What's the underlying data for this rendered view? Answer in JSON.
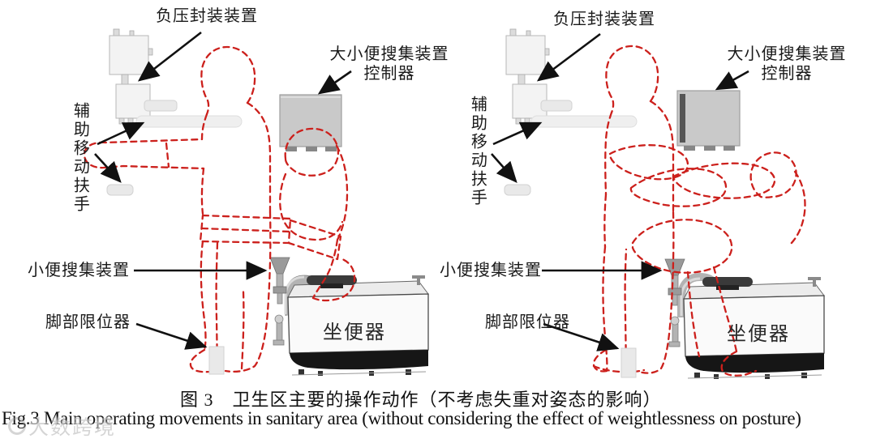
{
  "figure": {
    "caption_zh": "图 3　卫生区主要的操作动作（不考虑失重对姿态的影响）",
    "caption_en": "Fig.3 Main operating movements in sanitary area (without considering the effect of weightlessness on posture)",
    "watermark_text": "大数跨境",
    "labels": {
      "vacuum_seal_device": "负压封装装置",
      "collector_controller_line1": "大小便搜集装置",
      "collector_controller_line2": "控制器",
      "aux_mobility_handrail": "辅助移动扶手",
      "urine_collection_device": "小便搜集装置",
      "foot_restraint": "脚部限位器",
      "toilet": "坐便器"
    },
    "colors": {
      "pose_outline_red": "#cc201c",
      "annotation_black": "#111111",
      "controller_gray": "#c9c9c9",
      "device_white": "#f3f3f3"
    }
  }
}
